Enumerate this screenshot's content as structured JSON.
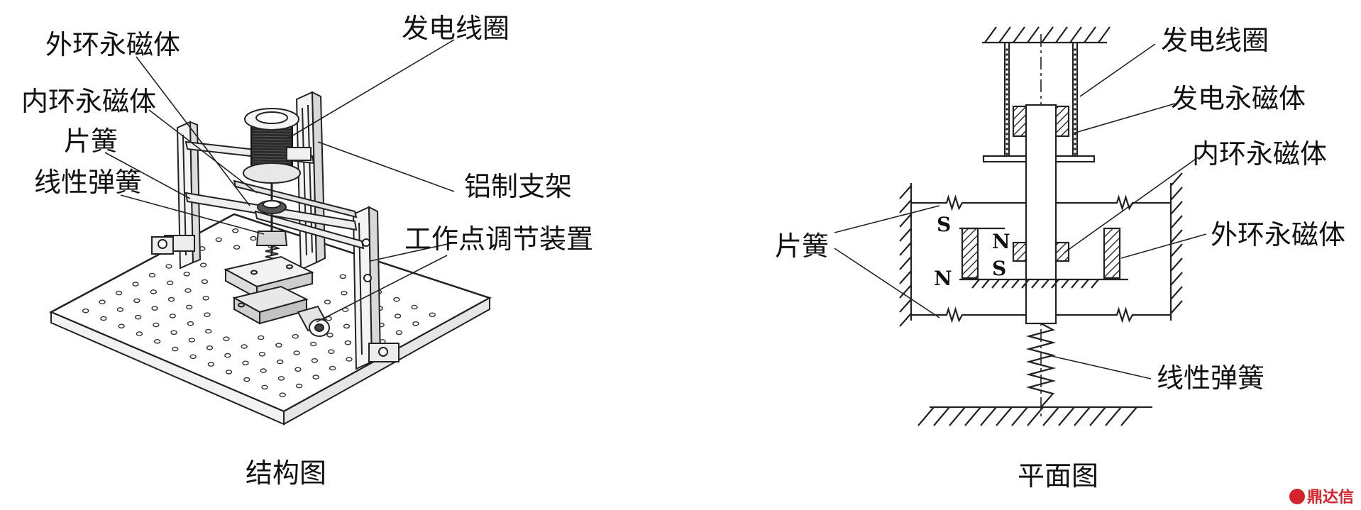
{
  "left_figure": {
    "caption": "结构图",
    "labels": {
      "outer_magnet": "外环永磁体",
      "coil": "发电线圈",
      "inner_magnet": "内环永磁体",
      "leaf_spring": "片簧",
      "linear_spring": "线性弹簧",
      "frame": "铝制支架",
      "adjuster": "工作点调节装置"
    }
  },
  "right_figure": {
    "caption": "平面图",
    "labels": {
      "coil": "发电线圈",
      "gen_magnet": "发电永磁体",
      "inner_magnet": "内环永磁体",
      "outer_magnet": "外环永磁体",
      "leaf_spring": "片簧",
      "linear_spring": "线性弹簧"
    },
    "poles": {
      "outer_top": "S",
      "outer_bottom": "N",
      "inner_top": "N",
      "inner_bottom": "S"
    }
  },
  "watermark": "鼎达信",
  "colors": {
    "line": "#222222",
    "fill": "#777777",
    "watermark": "#d4232b"
  }
}
